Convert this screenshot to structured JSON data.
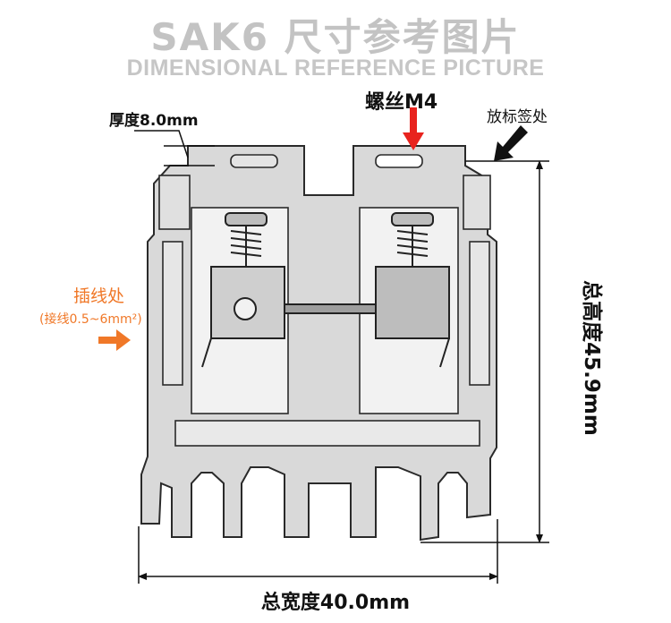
{
  "title": {
    "chinese": "SAK6 尺寸参考图片",
    "english": "DIMENSIONAL REFERENCE PICTURE"
  },
  "annotations": {
    "thickness": "厚度8.0mm",
    "screw": "螺丝M4",
    "tag_position": "放标签处",
    "wire_entry": "插线处",
    "wire_range": "(接线0.5~6mm²)",
    "total_height": "总高度45.9mm",
    "total_width": "总宽度40.0mm"
  },
  "colors": {
    "title_gray": "#c3c3c3",
    "wire_orange": "#f07828",
    "arrow_red": "#e8231e",
    "body_gray": "#d8d8d8"
  },
  "icons": [
    "red-down-arrow-icon",
    "black-diagonal-arrow-icon",
    "orange-right-arrow-icon"
  ]
}
